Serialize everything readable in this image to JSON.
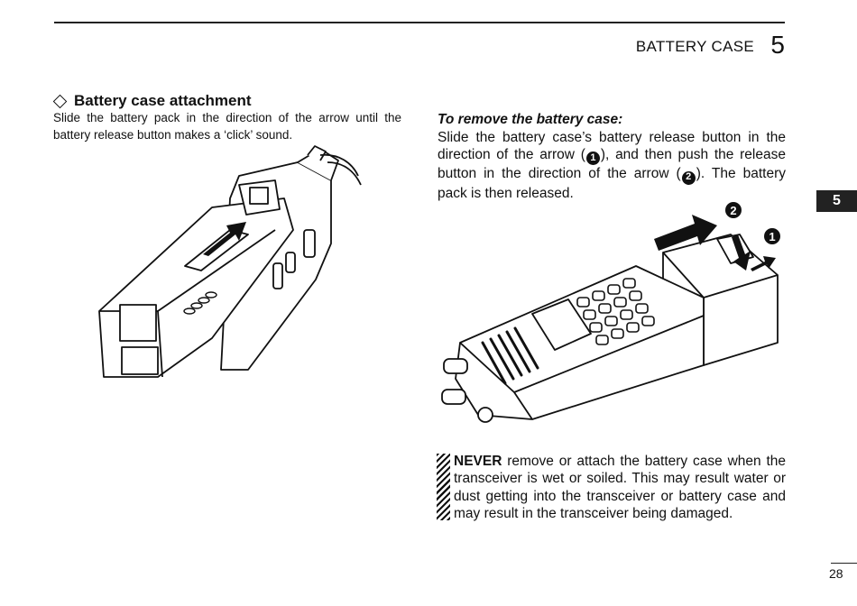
{
  "header": {
    "chapter_title": "BATTERY CASE",
    "chapter_number": "5",
    "side_tab": "5"
  },
  "attachment": {
    "heading": "Battery case attachment",
    "body": "Slide the battery pack in the direction of the arrow until the battery release button makes a ‘click’ sound."
  },
  "removal": {
    "heading": "To remove the battery case:",
    "text_1": "Slide the battery case’s battery release button in the direction of the arrow (",
    "marker_1": "1",
    "text_2": "), and then push the release button in the direction of the arrow (",
    "marker_2": "2",
    "text_3": "). The battery pack is then released."
  },
  "figure_labels": {
    "arrow_2": "2",
    "arrow_1": "1"
  },
  "warning": {
    "strong": "NEVER",
    "text": " remove or attach the battery case when the transceiver is wet or soiled. This may result water or dust getting into the transceiver or battery case and may result in the transceiver being damaged."
  },
  "footer": {
    "page_number": "28"
  }
}
